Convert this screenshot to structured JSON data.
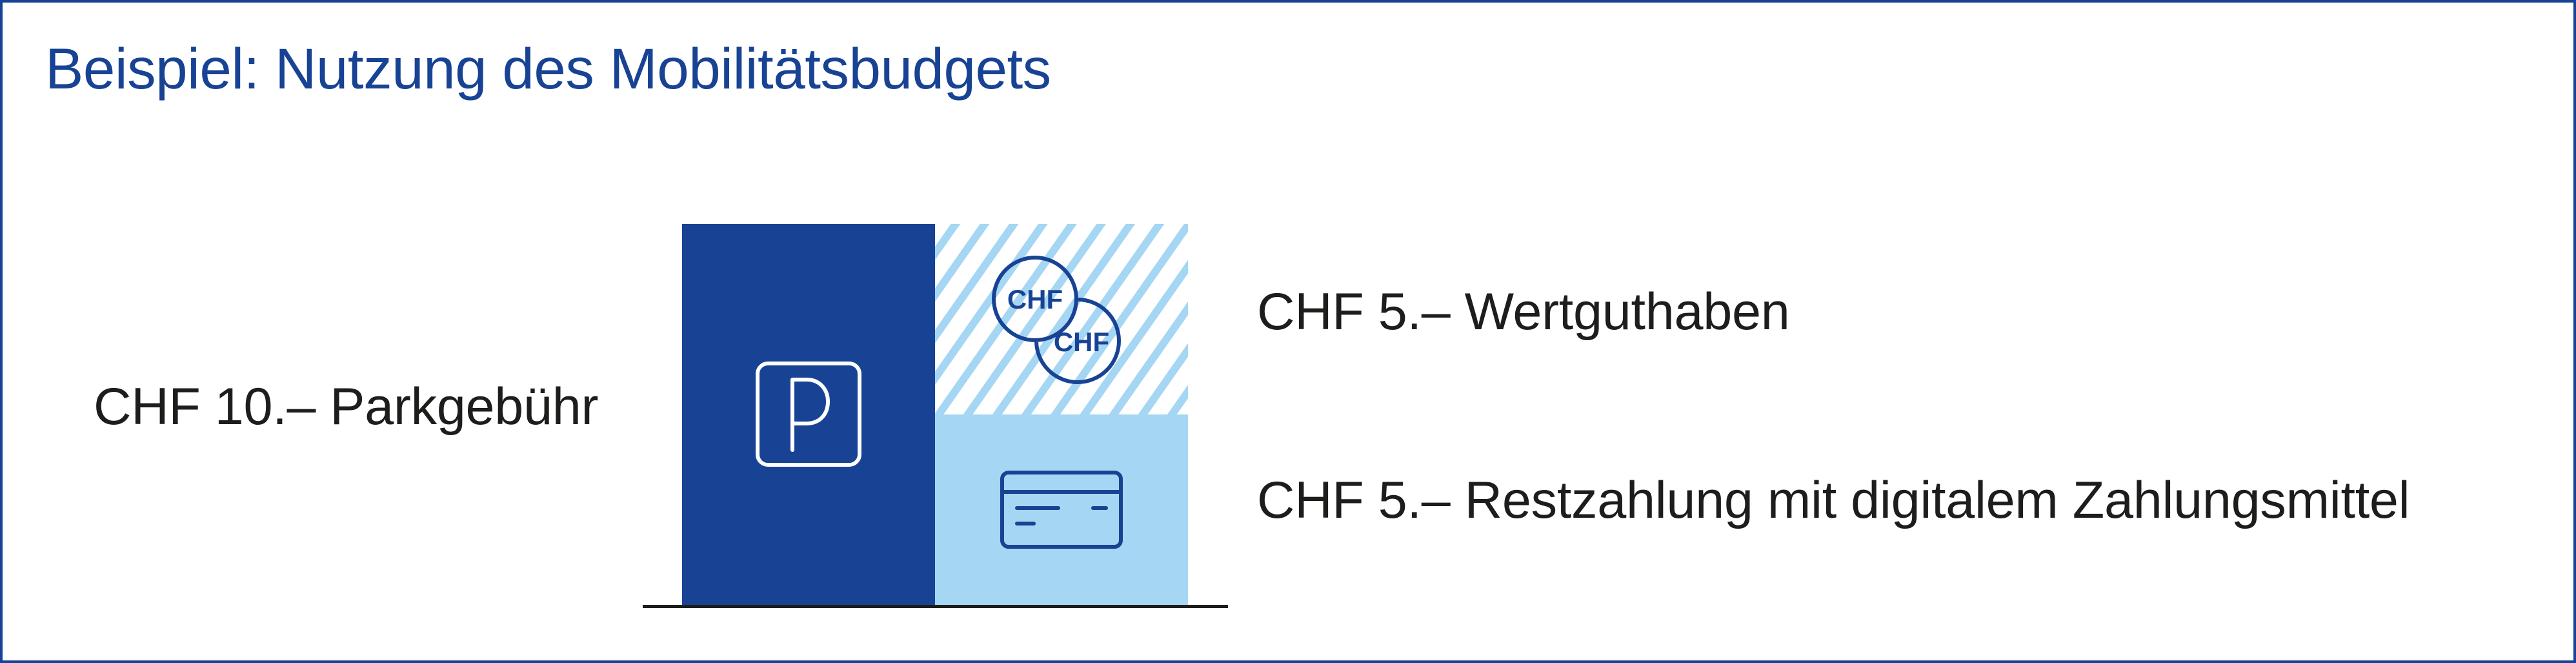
{
  "title": "Beispiel: Nutzung des Mobilitätsbudgets",
  "labels": {
    "parking_fee": "CHF 10.– Parkgebühr",
    "credit": "CHF 5.– Wertguthaben",
    "remaining": "CHF 5.– Restzahlung mit digitalem Zahlungsmittel"
  },
  "icons": {
    "parking": "parking-sign-icon",
    "coins": "chf-coins-icon",
    "card": "credit-card-icon",
    "coin_text": "CHF"
  },
  "colors": {
    "dark_blue": "#184394",
    "light_blue": "#a5d6f3",
    "text": "#1d1d1b",
    "baseline": "#1d1d1b",
    "frame_border": "#184394"
  },
  "segments": [
    {
      "name": "Parkgebühr",
      "amount_chf": 10,
      "style": "solid dark blue",
      "column": 1
    },
    {
      "name": "Wertguthaben",
      "amount_chf": 5,
      "style": "hatched light blue",
      "column": 2,
      "position": "top"
    },
    {
      "name": "Restzahlung mit digitalem Zahlungsmittel",
      "amount_chf": 5,
      "style": "solid light blue",
      "column": 2,
      "position": "bottom"
    }
  ]
}
